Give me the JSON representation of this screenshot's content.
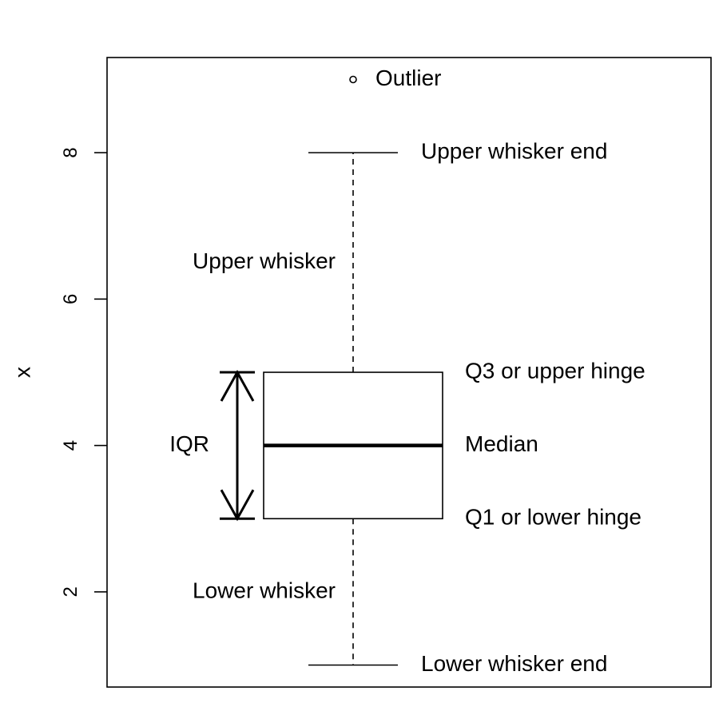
{
  "chart_data": {
    "type": "box",
    "ylabel": "x",
    "ylim": [
      0.7,
      9.3
    ],
    "yticks": [
      "2",
      "4",
      "6",
      "8"
    ],
    "grid": false,
    "box": {
      "lower_whisker_end": 1,
      "q1": 3,
      "median": 4,
      "q3": 5,
      "upper_whisker_end": 8,
      "outliers": [
        9
      ]
    },
    "annotations": {
      "outlier": "Outlier",
      "upper_whisker_end": "Upper whisker end",
      "upper_whisker": "Upper whisker",
      "q3": "Q3 or upper hinge",
      "median": "Median",
      "iqr": "IQR",
      "q1": "Q1 or lower hinge",
      "lower_whisker": "Lower whisker",
      "lower_whisker_end": "Lower whisker end"
    }
  }
}
